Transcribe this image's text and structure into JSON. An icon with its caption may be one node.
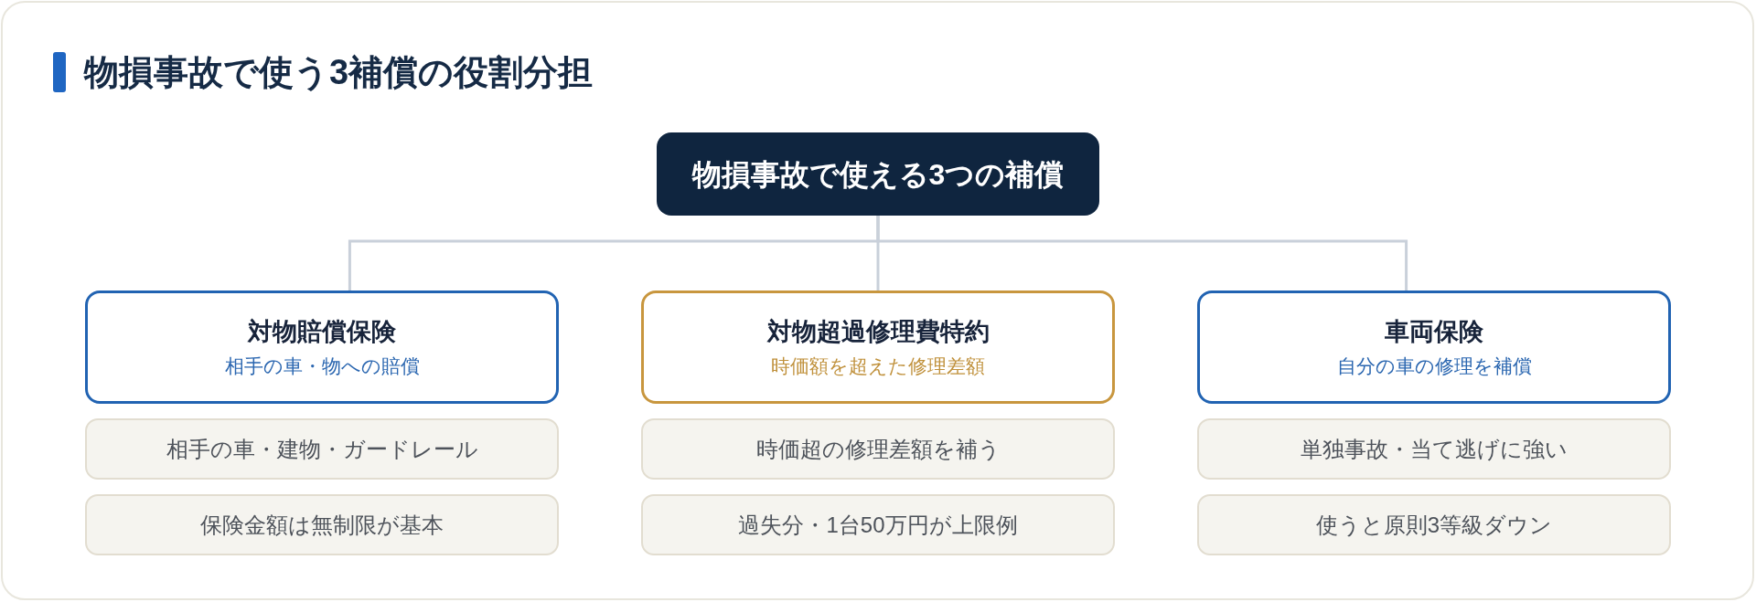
{
  "diagram": {
    "title": "物損事故で使う3補償の役割分担",
    "nodes": [
      {
        "text": [
          "物損事故で使える3つの補償"
        ]
      },
      {
        "text": [
          "対物賠償保険",
          "相手の車・物への賠償"
        ]
      },
      {
        "text": [
          "対物超過修理費特約",
          "時価額を超えた修理差額"
        ]
      },
      {
        "text": [
          "車両保険",
          "自分の車の修理を補償"
        ]
      },
      {
        "text": [
          "相手の車・建物・ガードレール"
        ]
      },
      {
        "text": [
          "時価超の修理差額を補う"
        ]
      },
      {
        "text": [
          "単独事故・当て逃げに強い"
        ]
      },
      {
        "text": [
          "保険金額は無制限が基本"
        ]
      },
      {
        "text": [
          "過失分・1台50万円が上限例"
        ]
      },
      {
        "text": [
          "使うと原則3等級ダウン"
        ]
      }
    ],
    "edges": [
      {
        "from": 0,
        "to": 1,
        "arrow": "none"
      },
      {
        "from": 0,
        "to": 2,
        "arrow": "none"
      },
      {
        "from": 0,
        "to": 3,
        "arrow": "none"
      }
    ]
  }
}
